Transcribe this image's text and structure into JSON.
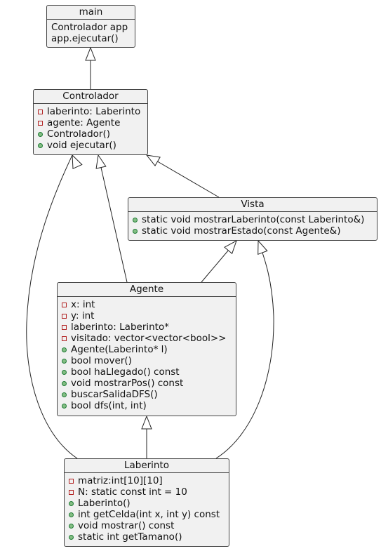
{
  "diagram": {
    "classes": [
      {
        "id": "main",
        "name": "main",
        "style": "plain",
        "members": [
          {
            "text": "Controlador app",
            "visibility": "none"
          },
          {
            "text": "app.ejecutar()",
            "visibility": "none"
          }
        ]
      },
      {
        "id": "controlador",
        "name": "Controlador",
        "style": "uml",
        "members": [
          {
            "text": "laberinto: Laberinto",
            "visibility": "private"
          },
          {
            "text": "agente: Agente",
            "visibility": "private"
          },
          {
            "text": "Controlador()",
            "visibility": "public"
          },
          {
            "text": "void ejecutar()",
            "visibility": "public"
          }
        ]
      },
      {
        "id": "vista",
        "name": "Vista",
        "style": "uml",
        "members": [
          {
            "text": "static void mostrarLaberinto(const Laberinto&)",
            "visibility": "public"
          },
          {
            "text": "static void mostrarEstado(const Agente&)",
            "visibility": "public"
          }
        ]
      },
      {
        "id": "agente",
        "name": "Agente",
        "style": "uml",
        "members": [
          {
            "text": "x: int",
            "visibility": "private"
          },
          {
            "text": "y: int",
            "visibility": "private"
          },
          {
            "text": "laberinto: Laberinto*",
            "visibility": "private"
          },
          {
            "text": "visitado: vector<vector<bool>>",
            "visibility": "private"
          },
          {
            "text": "Agente(Laberinto* l)",
            "visibility": "public"
          },
          {
            "text": "bool mover()",
            "visibility": "public"
          },
          {
            "text": "bool haLlegado() const",
            "visibility": "public"
          },
          {
            "text": "void mostrarPos() const",
            "visibility": "public"
          },
          {
            "text": "buscarSalidaDFS()",
            "visibility": "public"
          },
          {
            "text": "bool dfs(int, int)",
            "visibility": "public"
          }
        ]
      },
      {
        "id": "laberinto",
        "name": "Laberinto",
        "style": "uml",
        "members": [
          {
            "text": "matriz:int[10][10]",
            "visibility": "private"
          },
          {
            "text": "N: static const int = 10",
            "visibility": "private"
          },
          {
            "text": "Laberinto()",
            "visibility": "public"
          },
          {
            "text": "int getCelda(int x, int y) const",
            "visibility": "public"
          },
          {
            "text": "void mostrar() const",
            "visibility": "public"
          },
          {
            "text": "static int getTamano()",
            "visibility": "public"
          }
        ]
      }
    ],
    "relations": [
      {
        "from": "controlador",
        "to": "main",
        "type": "generalization"
      },
      {
        "from": "vista",
        "to": "controlador",
        "type": "generalization"
      },
      {
        "from": "agente",
        "to": "controlador",
        "type": "generalization"
      },
      {
        "from": "laberinto",
        "to": "controlador",
        "type": "generalization"
      },
      {
        "from": "agente",
        "to": "vista",
        "type": "generalization"
      },
      {
        "from": "laberinto",
        "to": "vista",
        "type": "generalization"
      },
      {
        "from": "laberinto",
        "to": "agente",
        "type": "generalization"
      }
    ]
  }
}
